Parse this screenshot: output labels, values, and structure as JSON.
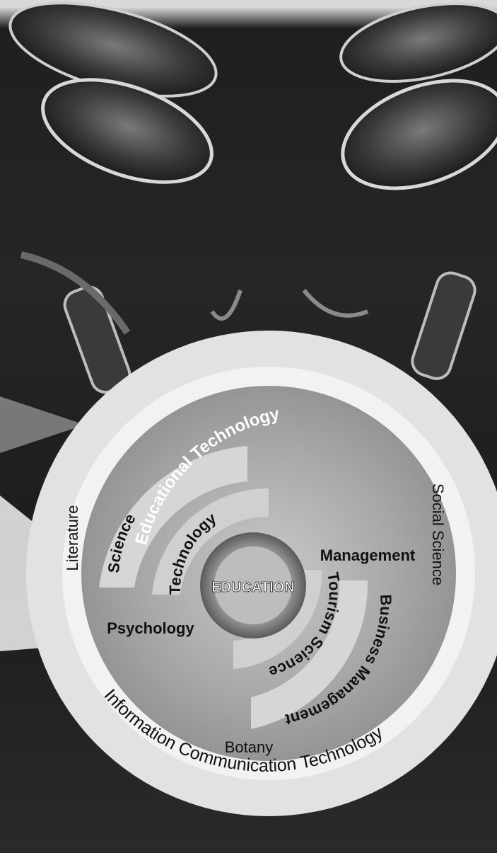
{
  "diagram": {
    "center_label": "EDUCATION",
    "outer_ring": {
      "top": "Educational Technology",
      "bottom": "Information Communication Technology",
      "left": "Literature",
      "right": "Social Science",
      "bottom_inner": "Botany"
    },
    "inner_disc": {
      "science": "Science",
      "technology": "Technology",
      "psychology": "Psychology",
      "management": "Management",
      "tourism_science": "Tourism Science",
      "business_management": "Business Management"
    }
  }
}
